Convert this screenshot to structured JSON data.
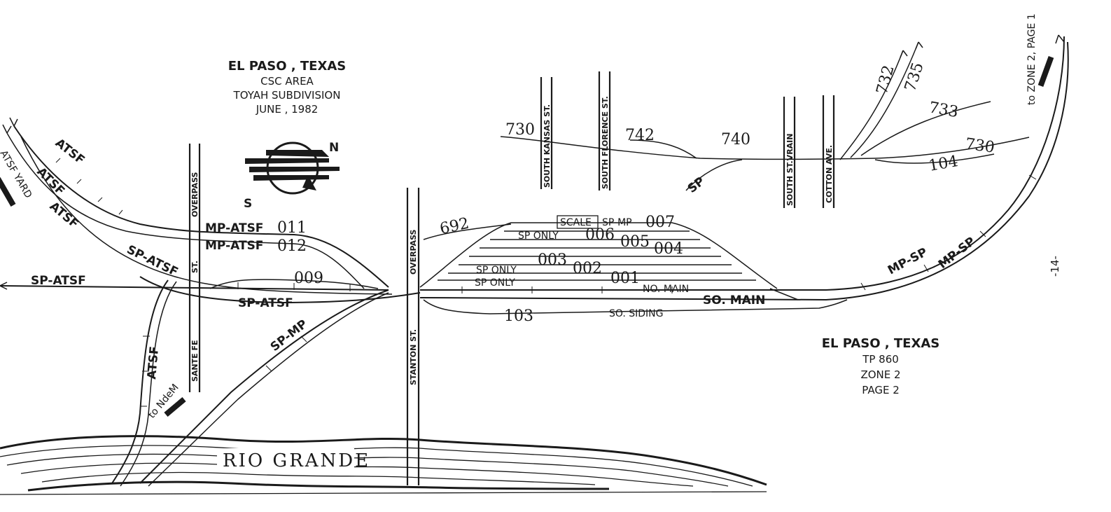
{
  "header": {
    "title_line1": "EL PASO , TEXAS",
    "title_line2": "CSC AREA",
    "title_line3": "TOYAH SUBDIVISION",
    "title_line4": "JUNE , 1982"
  },
  "footer_block": {
    "line1": "EL PASO , TEXAS",
    "line2": "TP 860",
    "line3": "ZONE 2",
    "line4": "PAGE 2"
  },
  "page_number": "-14-",
  "compass": {
    "north": "N",
    "south": "S"
  },
  "streets": {
    "santa_fe": "SANTE FE",
    "santa_fe_suffix": "ST.",
    "santa_fe_overpass": "OVERPASS",
    "stanton": "STANTON ST.",
    "stanton_overpass": "OVERPASS",
    "kansas": "SOUTH KANSAS ST.",
    "florence": "SOUTH FLORENCE ST.",
    "st_vrain": "SOUTH ST.VRAIN",
    "cotton": "COTTON AVE."
  },
  "railroads": {
    "atsf_1": "ATSF",
    "atsf_2": "ATSF",
    "atsf_3": "ATSF",
    "atsf_south": "ATSF",
    "sp_atsf_upper": "SP-ATSF",
    "sp_atsf_left": "SP-ATSF",
    "sp_atsf_mid": "SP-ATSF",
    "sp_mp": "SP-MP",
    "mp_sp_1": "MP-SP",
    "mp_sp_2": "MP-SP",
    "sp_upper": "SP",
    "atsf_yard": "ATSF YARD",
    "to_ndem": "to NdeM",
    "to_zone2": "to ZONE 2, PAGE 1"
  },
  "tracks": {
    "t011_owner": "MP-ATSF",
    "t011": "011",
    "t012_owner": "MP-ATSF",
    "t012": "012",
    "t009": "009",
    "t692": "692",
    "scale": "SCALE",
    "t007_owner": "SP-MP",
    "t007": "007",
    "t006_owner": "SP ONLY",
    "t006": "006",
    "t005": "005",
    "t004": "004",
    "t003_owner": "SP ONLY",
    "t003": "003",
    "t002": "002",
    "t001_owner": "SP ONLY",
    "t001": "001",
    "no_main": "NO. MAIN",
    "so_main": "SO. MAIN",
    "so_siding": "SO. SIDING",
    "t103": "103",
    "t730_left": "730",
    "t742": "742",
    "t740": "740",
    "t732": "732",
    "t735": "735",
    "t733": "733",
    "t730_right": "730",
    "t104": "104"
  },
  "river": {
    "name": "RIO GRANDE"
  }
}
